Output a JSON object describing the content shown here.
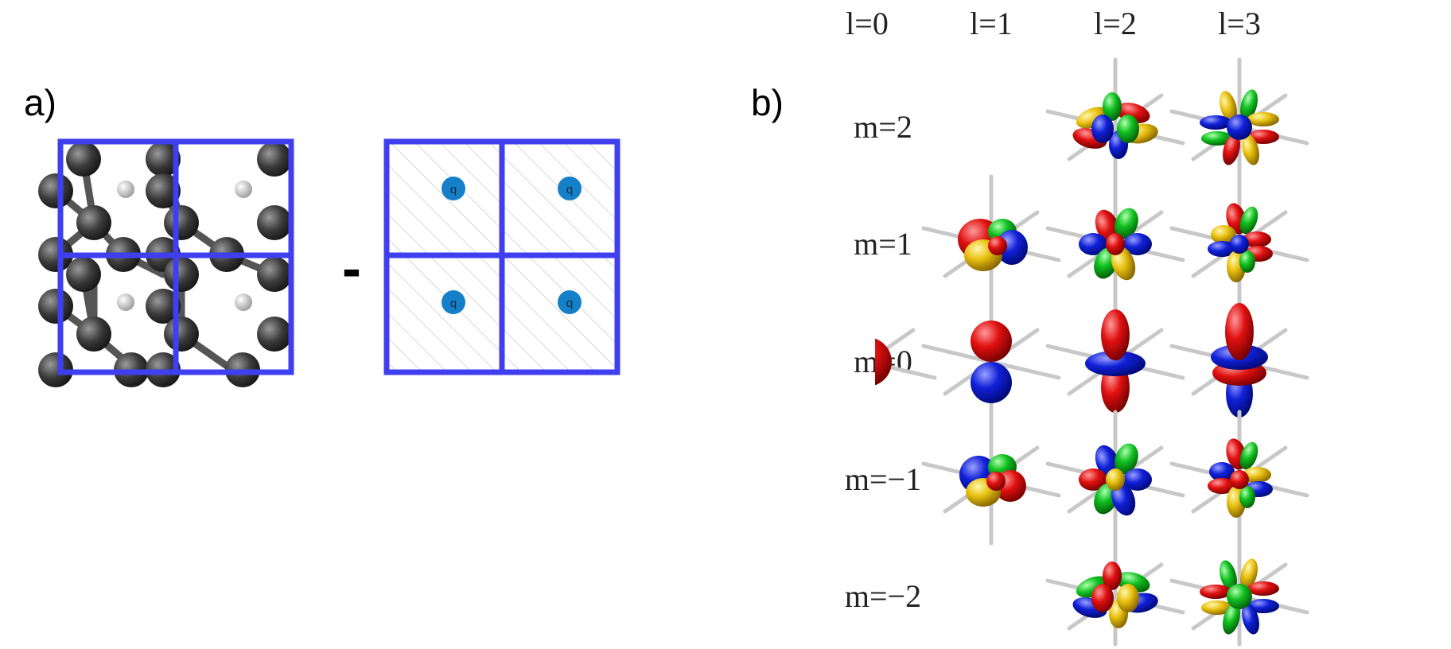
{
  "panel_a": {
    "label": "a)",
    "operator": "-",
    "charge_label": "q",
    "colors": {
      "cell_border": "#3f3ff0",
      "atom_dark": "#3a3a3a",
      "atom_light": "#f0f0f0",
      "charge": "#1580c8",
      "hatch": "#c8c8c8"
    }
  },
  "panel_b": {
    "label": "b)",
    "columns": [
      "l=0",
      "l=1",
      "l=2",
      "l=3"
    ],
    "rows": [
      "m=2",
      "m=1",
      "m=0",
      "m=−1",
      "m=−2"
    ],
    "colors": {
      "red": "#e01010",
      "blue": "#1020d8",
      "green": "#10c020",
      "yellow": "#e8d010",
      "axis": "#c8c8c8"
    }
  }
}
